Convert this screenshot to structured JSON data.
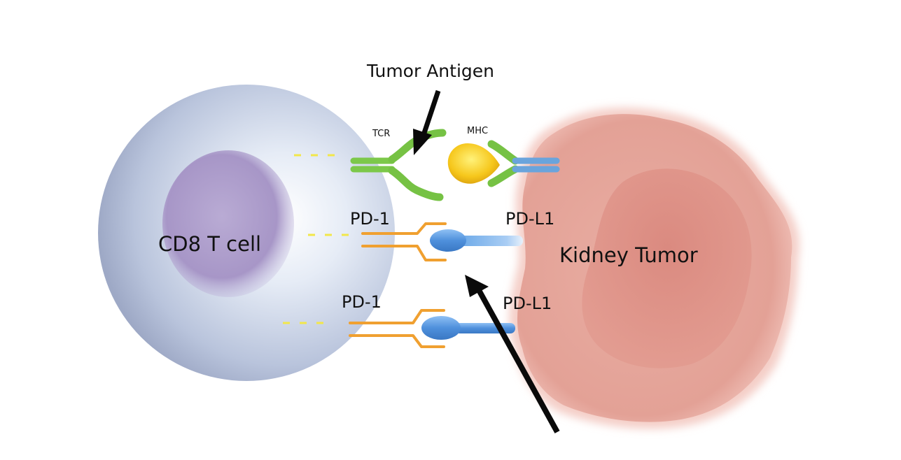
{
  "labels": {
    "tumor_antigen": "Tumor Antigen",
    "tcr": "TCR",
    "mhc": "MHC",
    "pd1_top": "PD-1",
    "pdl1_top": "PD-L1",
    "pd1_bottom": "PD-1",
    "pdl1_bottom": "PD-L1",
    "t_cell": "CD8 T cell",
    "tumor": "Kidney Tumor"
  },
  "colors": {
    "t_cell": "#b7c3dc",
    "t_cell_nucleus": "#a89ac6",
    "tumor": "#e6a79c",
    "tumor_nucleus": "#d48a80",
    "tcr": "#7cc84a",
    "mhc_antigen": "#f4c51a",
    "pd1": "#f0a030",
    "pdl1": "#5a9be0",
    "arrow": "#0a0a0a"
  }
}
